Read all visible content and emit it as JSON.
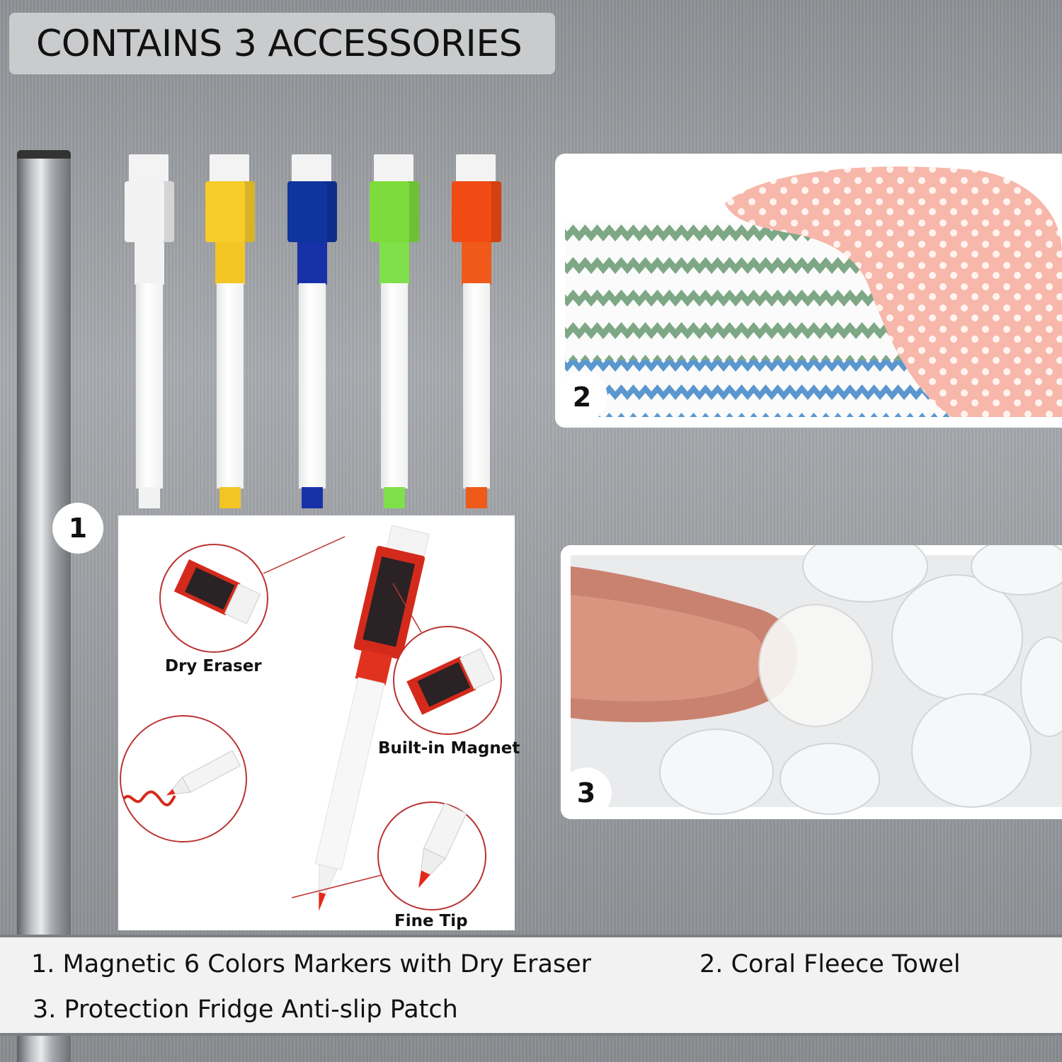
{
  "title": "CONTAINS 3 ACCESSORIES",
  "badges": {
    "one": "1",
    "two": "2",
    "three": "3"
  },
  "markers": {
    "colors": [
      "#f2f2f2",
      "#f6cd2a",
      "#10349e",
      "#7ddc3c",
      "#f14a14"
    ],
    "neck_colors": [
      "#f2f2f2",
      "#f3c524",
      "#1732a8",
      "#7fe04a",
      "#ef5a1a"
    ]
  },
  "diagram": {
    "dry_eraser": "Dry Eraser",
    "built_in_magnet": "Built-in Magnet",
    "fine_tip": "Fine Tip"
  },
  "features": {
    "item1": "1. Magnetic 6 Colors Markers with Dry Eraser",
    "item2": "2. Coral Fleece Towel",
    "item3": "3. Protection Fridge Anti-slip Patch"
  }
}
